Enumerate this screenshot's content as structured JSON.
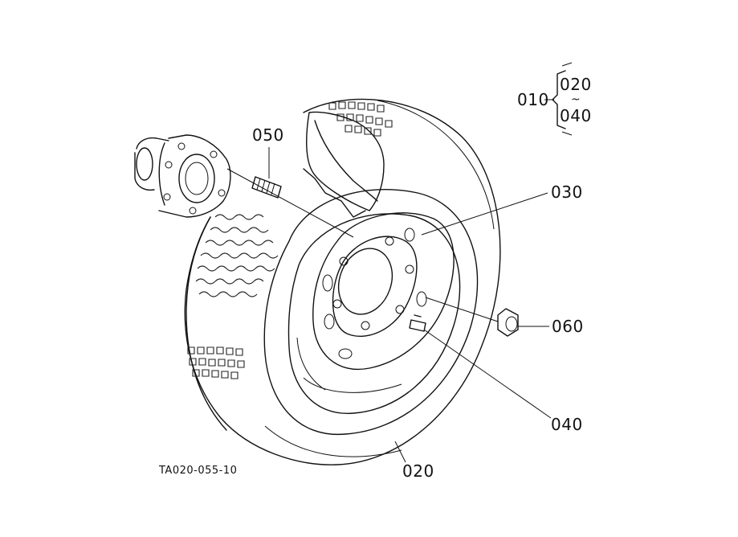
{
  "drawing_code": "TA020-055-10",
  "callouts": {
    "assembly": "010",
    "range_start": "020",
    "range_sep": "~",
    "range_end": "040",
    "stud": "050",
    "disc": "030",
    "nut": "060",
    "valve": "040",
    "tire": "020"
  },
  "colors": {
    "ink": "#111111",
    "paper": "#ffffff"
  }
}
